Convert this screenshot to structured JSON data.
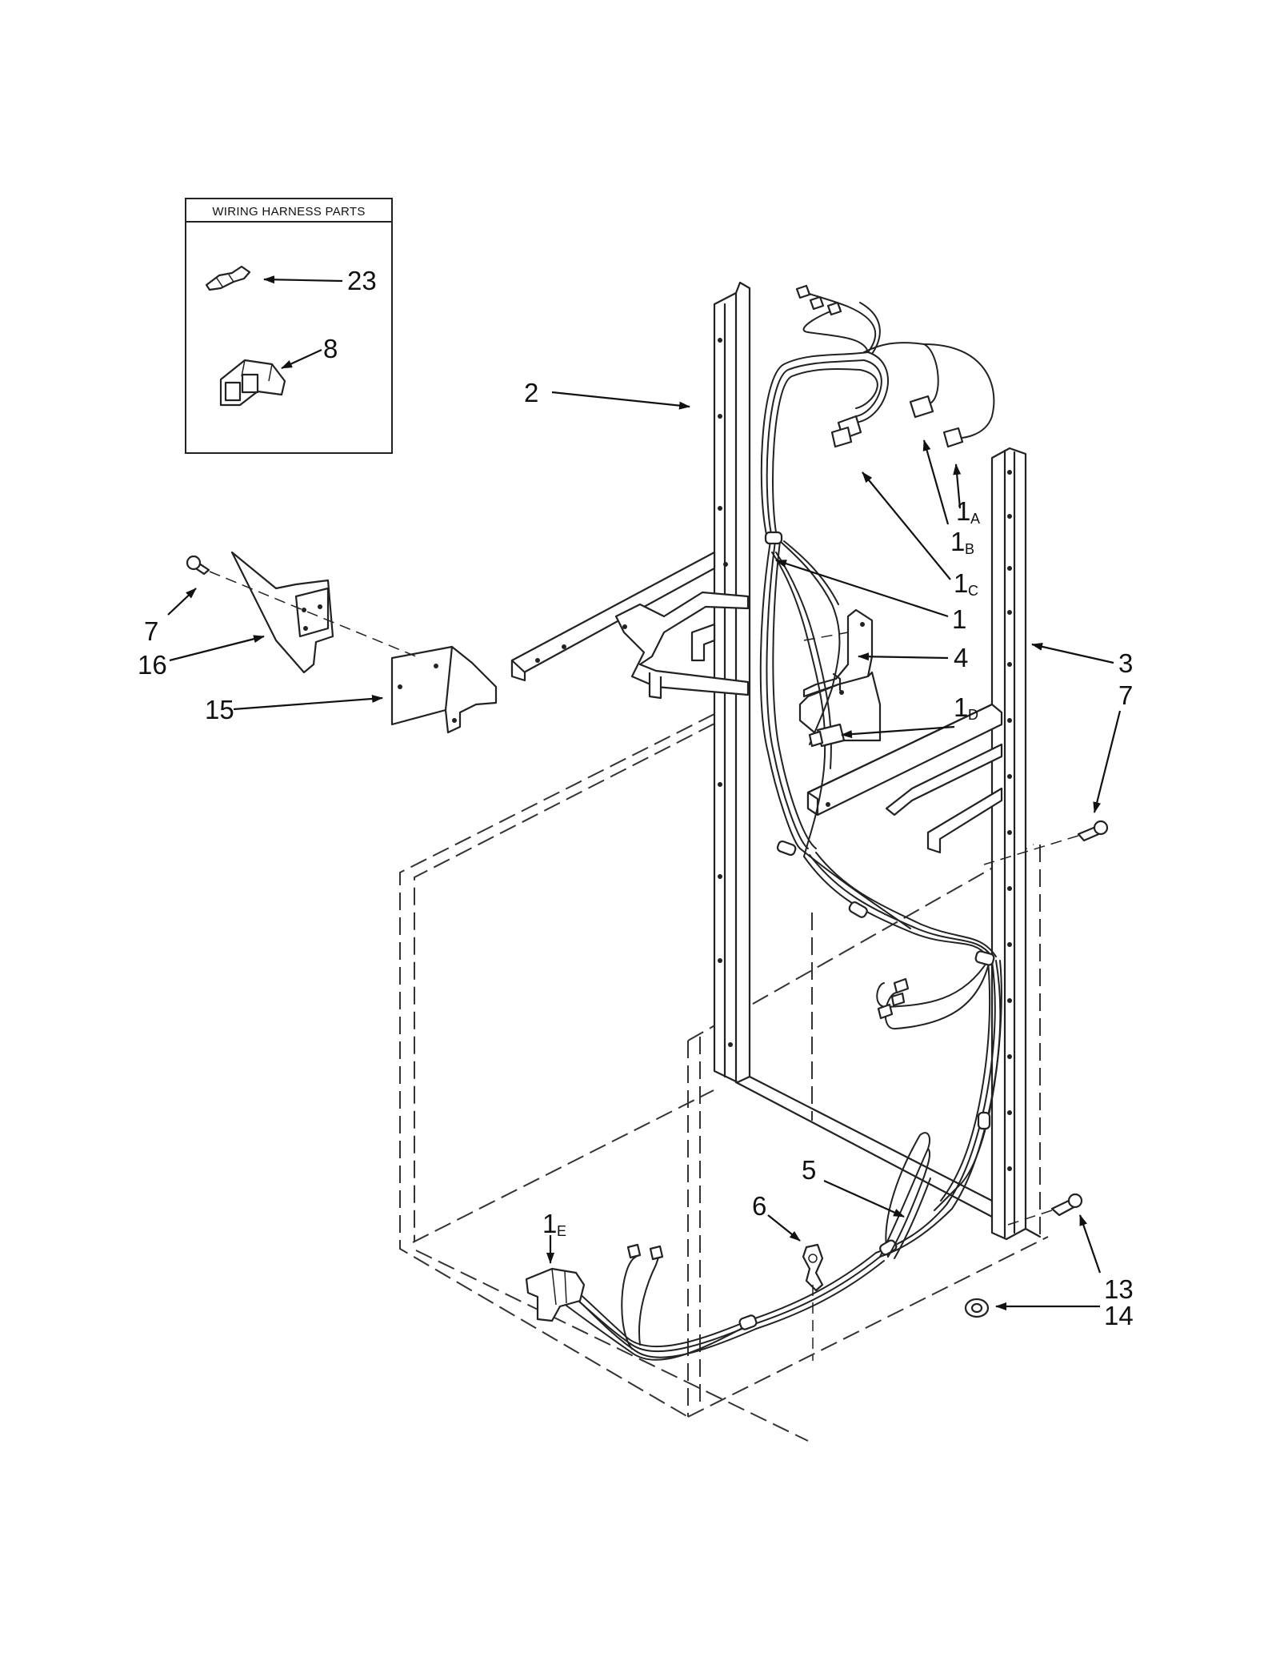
{
  "inset": {
    "title": "WIRING HARNESS PARTS"
  },
  "callouts": {
    "c23": "23",
    "c8": "8",
    "c2": "2",
    "c1": "1",
    "c1a": {
      "main": "1",
      "sub": "A"
    },
    "c1b": {
      "main": "1",
      "sub": "B"
    },
    "c1c": {
      "main": "1",
      "sub": "C"
    },
    "c1d": {
      "main": "1",
      "sub": "D"
    },
    "c1e": {
      "main": "1",
      "sub": "E"
    },
    "c3": "3",
    "c4": "4",
    "c5": "5",
    "c6": "6",
    "c7_left": "7",
    "c7_right": "7",
    "c13": "13",
    "c14": "14",
    "c15": "15",
    "c16": "16"
  }
}
